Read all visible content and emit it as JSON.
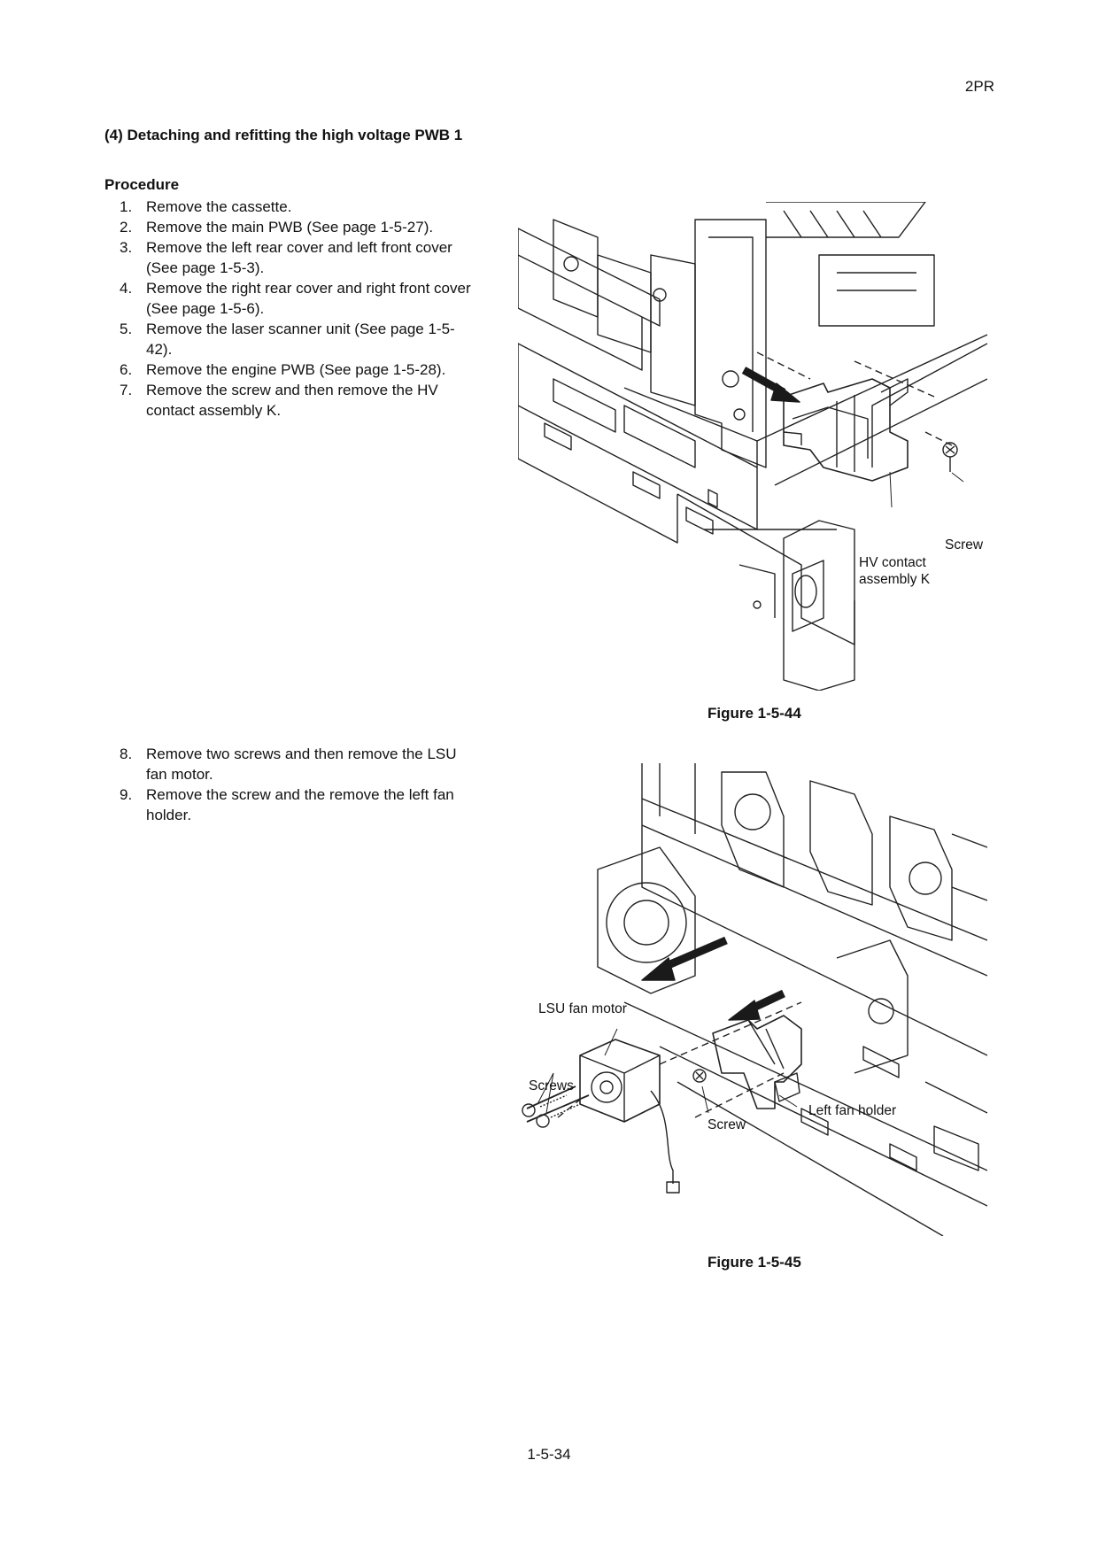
{
  "header": {
    "doc_code": "2PR"
  },
  "section": {
    "title": "(4) Detaching and refitting the high voltage PWB 1"
  },
  "procedure": {
    "heading": "Procedure",
    "steps": [
      {
        "num": "1.",
        "text": "Remove the cassette."
      },
      {
        "num": "2.",
        "text": "Remove the main PWB (See page 1-5-27)."
      },
      {
        "num": "3.",
        "text": "Remove the left rear cover and left front cover (See page 1-5-3)."
      },
      {
        "num": "4.",
        "text": "Remove the right rear cover and right front cover (See page 1-5-6)."
      },
      {
        "num": "5.",
        "text": "Remove the laser scanner unit (See page 1-5-42)."
      },
      {
        "num": "6.",
        "text": "Remove the engine PWB (See page 1-5-28)."
      },
      {
        "num": "7.",
        "text": "Remove the screw and then remove the HV contact assembly K."
      },
      {
        "num": "8.",
        "text": "Remove two screws and then remove the LSU fan motor."
      },
      {
        "num": "9.",
        "text": "Remove the screw and the remove the left fan holder."
      }
    ]
  },
  "figures": [
    {
      "caption": "Figure 1-5-44",
      "labels": {
        "screw": "Screw",
        "hv_line1": "HV contact",
        "hv_line2": "assembly K"
      }
    },
    {
      "caption": "Figure 1-5-45",
      "labels": {
        "lsu_fan_motor": "LSU fan motor",
        "screws": "Screws",
        "screw": "Screw",
        "left_fan_holder": "Left fan holder"
      }
    }
  ],
  "footer": {
    "page_number": "1-5-34"
  }
}
